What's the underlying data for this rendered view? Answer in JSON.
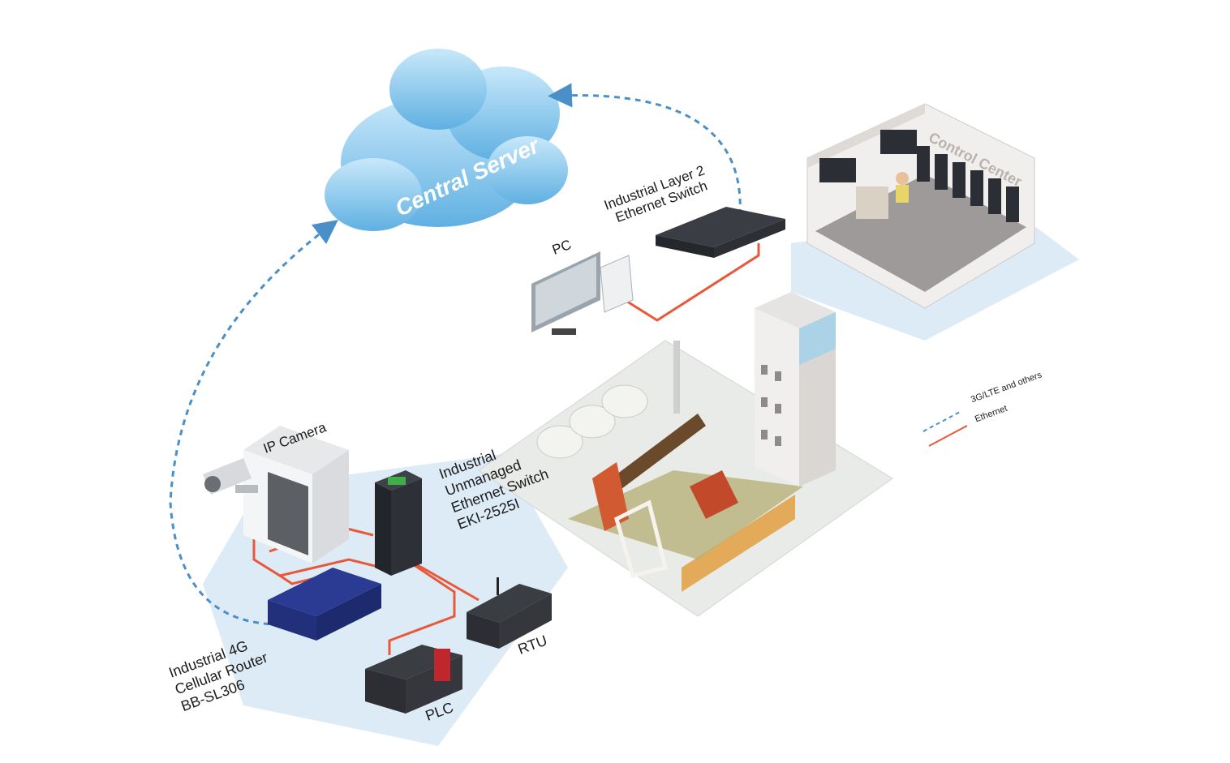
{
  "cloud": {
    "label": "Central Server"
  },
  "labels": {
    "layer2_switch": [
      "Industrial Layer 2",
      "Ethernet Switch"
    ],
    "pc": "PC",
    "control_center": "Control Center",
    "ip_camera": "IP Camera",
    "unmanaged_switch": [
      "Industrial",
      "Unmanaged",
      "Ethernet Switch",
      "EKI-2525I"
    ],
    "router": [
      "Industrial 4G",
      "Cellular Router",
      "BB-SL306"
    ],
    "plc": "PLC",
    "rtu": "RTU"
  },
  "legend": {
    "items": [
      {
        "label": "3G/LTE and others",
        "style": "dashed",
        "color": "#4a90c8"
      },
      {
        "label": "Ethernet",
        "style": "solid",
        "color": "#e8583a"
      }
    ]
  },
  "colors": {
    "wireless": "#4a90c8",
    "ethernet": "#e8583a",
    "cloud": "#7cc4ee",
    "zone": "#dcebf6"
  }
}
